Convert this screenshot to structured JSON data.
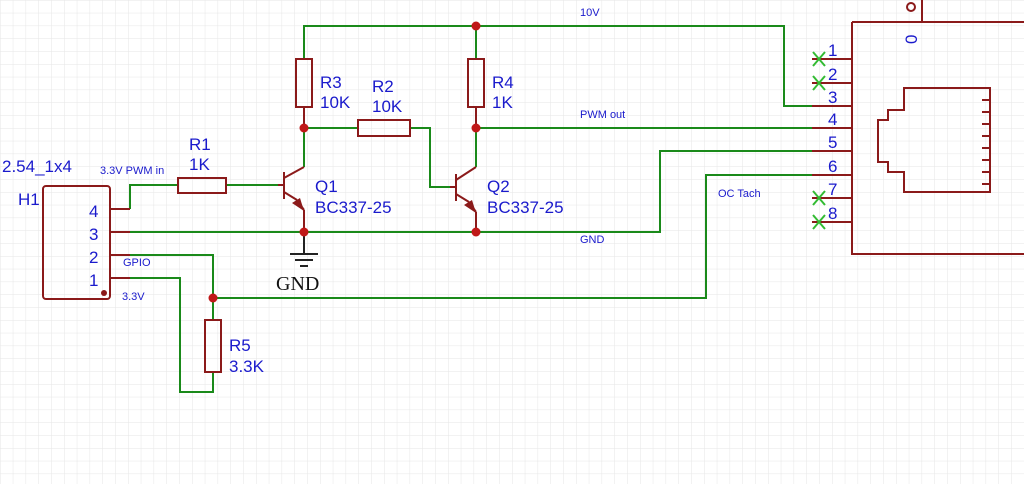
{
  "nets": {
    "v10": "10V",
    "pwm_out": "PWM out",
    "pwm_in": "3.3V PWM in",
    "gnd": "GND",
    "gpio": "GPIO",
    "v33": "3.3V",
    "oc_tach": "OC Tach"
  },
  "header": {
    "ref": "H1",
    "footprint": "2.54_1x4",
    "pins": [
      "4",
      "3",
      "2",
      "1"
    ]
  },
  "resistors": {
    "r1": {
      "ref": "R1",
      "value": "1K"
    },
    "r2": {
      "ref": "R2",
      "value": "10K"
    },
    "r3": {
      "ref": "R3",
      "value": "10K"
    },
    "r4": {
      "ref": "R4",
      "value": "1K"
    },
    "r5": {
      "ref": "R5",
      "value": "3.3K"
    }
  },
  "transistors": {
    "q1": {
      "ref": "Q1",
      "model": "BC337-25"
    },
    "q2": {
      "ref": "Q2",
      "model": "BC337-25"
    }
  },
  "ground_symbol": {
    "label": "GND"
  },
  "connector": {
    "pins": [
      "1",
      "2",
      "3",
      "4",
      "5",
      "6",
      "7",
      "8"
    ],
    "edge_label": "0"
  }
}
